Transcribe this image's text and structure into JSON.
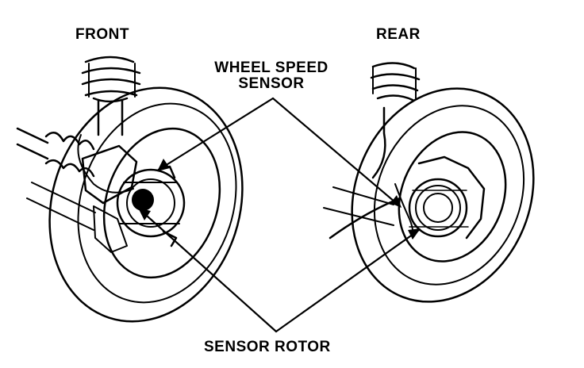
{
  "labels": {
    "front": "FRONT",
    "rear": "REAR",
    "wheel_speed_sensor_line1": "WHEEL SPEED",
    "wheel_speed_sensor_line2": "SENSOR",
    "sensor_rotor": "SENSOR ROTOR"
  },
  "colors": {
    "ink": "#000000",
    "paper": "#ffffff"
  }
}
